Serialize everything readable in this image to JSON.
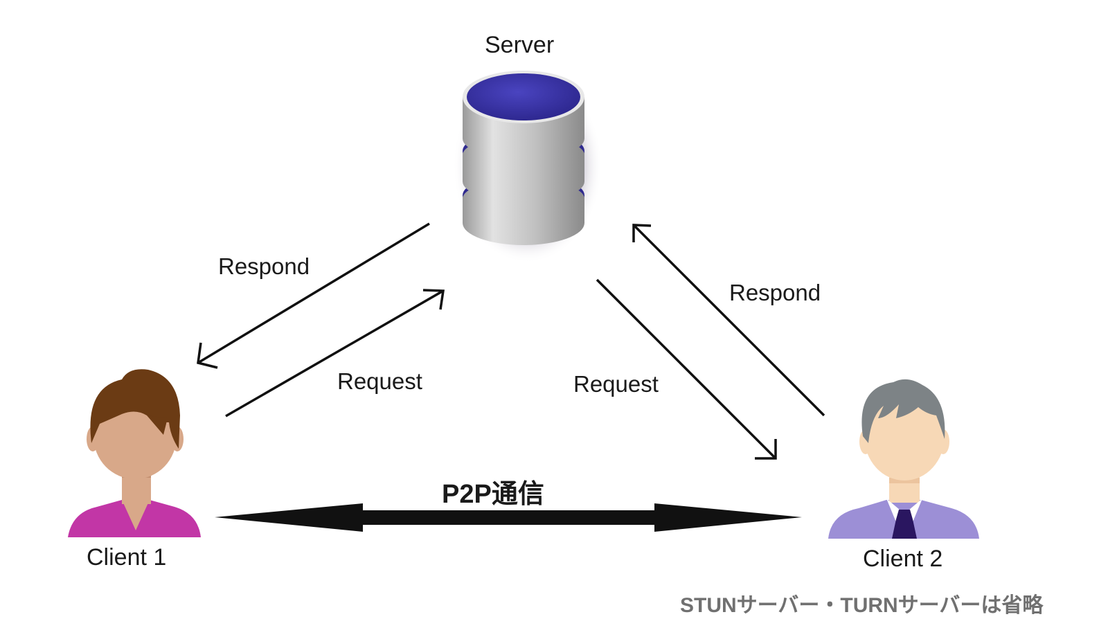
{
  "nodes": {
    "server": {
      "label": "Server",
      "body_color": "#c8c8c8",
      "disk_color": "#3a32a8"
    },
    "client1": {
      "label": "Client 1",
      "hair_color": "#6b3b14",
      "skin_color": "#d8a889",
      "shirt_color": "#c236a6"
    },
    "client2": {
      "label": "Client 2",
      "hair_color": "#7d8386",
      "skin_color": "#f7d8b6",
      "shirt_color": "#9c8fd6",
      "tie_color": "#2a1660"
    }
  },
  "edges": [
    {
      "from": "server",
      "to": "client1",
      "label": "Respond"
    },
    {
      "from": "client1",
      "to": "server",
      "label": "Request"
    },
    {
      "from": "server",
      "to": "client2",
      "label": "Request"
    },
    {
      "from": "client2",
      "to": "server",
      "label": "Respond"
    },
    {
      "from": "client1",
      "to": "client2",
      "label": "P2P通信",
      "bidirectional": true
    }
  ],
  "footnote": "STUNサーバー・TURNサーバーは省略"
}
